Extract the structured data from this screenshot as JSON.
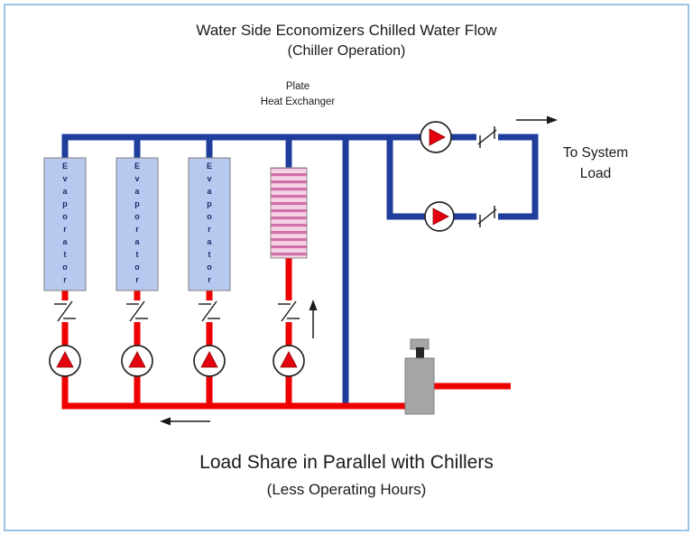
{
  "header": {
    "title": "Water Side Economizers Chilled Water Flow",
    "subtitle": "(Chiller Operation)"
  },
  "labels": {
    "hx_line1": "Plate",
    "hx_line2": "Heat Exchanger",
    "evaporator": "Evaporator",
    "to_system_load": "To System Load"
  },
  "footer": {
    "title": "Load Share in Parallel with Chillers",
    "subtitle": "(Less Operating Hours)"
  },
  "colors": {
    "pipe_cold": "#1f3d9c",
    "pipe_hot": "#ee0000",
    "pump_red": "#e3000f",
    "evaporator_fill": "#b7c9ef",
    "evaporator_text": "#1b2a6b",
    "hx_fill": "#f6d3e4",
    "hx_stripe": "#d06fa8",
    "frame_border": "#9cc2e5",
    "hardware_gray": "#a6a6a6"
  }
}
